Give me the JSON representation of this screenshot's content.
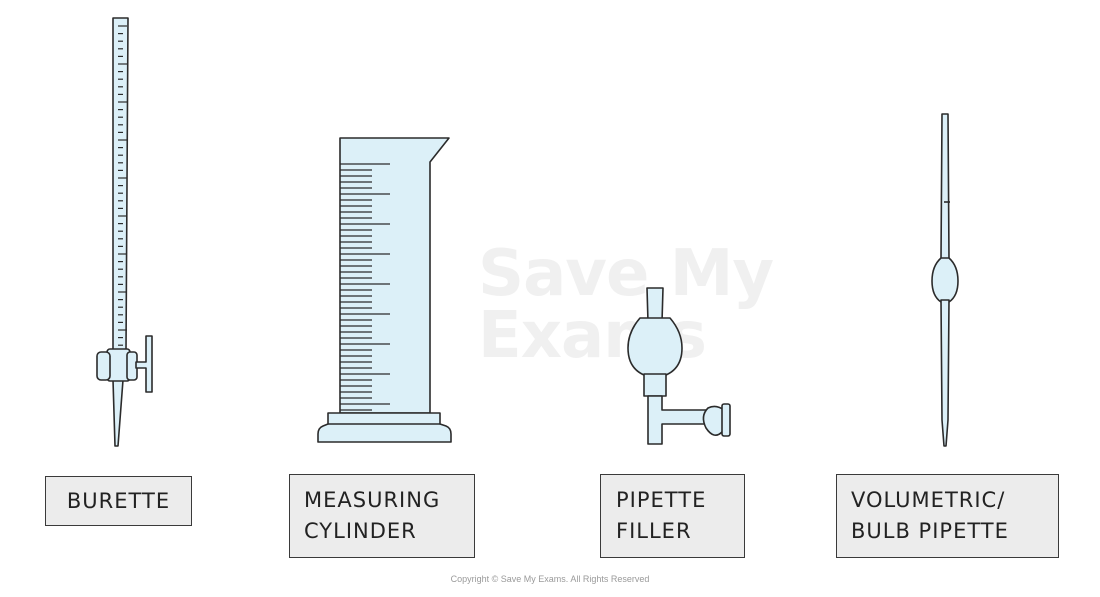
{
  "labels": {
    "burette": [
      "BURETTE"
    ],
    "measuring_cylinder": [
      "MEASURING",
      "CYLINDER"
    ],
    "pipette_filler": [
      "PIPETTE",
      "FILLER"
    ],
    "bulb_pipette": [
      "VOLUMETRIC/",
      "BULB PIPETTE"
    ]
  },
  "watermark": {
    "line1": "Save My",
    "line2": "Exams"
  },
  "copyright": "Copyright © Save My Exams. All Rights Reserved",
  "colors": {
    "glass_fill": "#dcf0f8",
    "outline": "#2b2b2b",
    "label_bg": "#ececec",
    "watermark": "#f0f0f0"
  }
}
